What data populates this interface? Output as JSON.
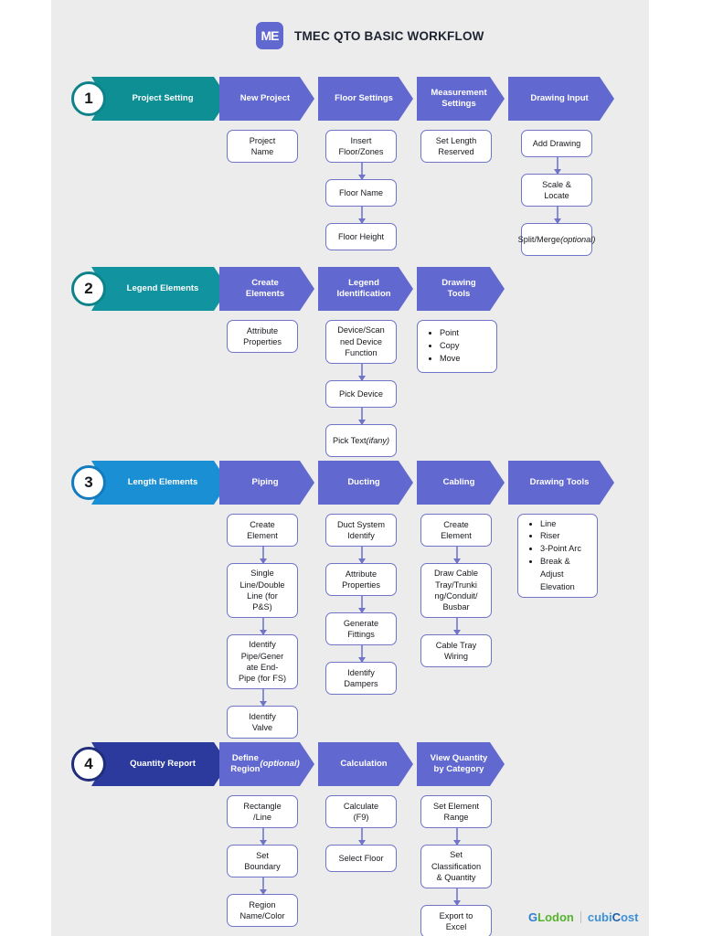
{
  "header": {
    "logo_label": "ME",
    "logo_color": "#6168d0",
    "title": "TMEC QTO BASIC WORKFLOW"
  },
  "footer": {
    "glodon": {
      "first": "G",
      "rest": "Lodon",
      "first_color": "#2f7fd0",
      "rest_color": "#56b32e"
    },
    "cubicost": {
      "part1": "cubi",
      "part2": "C",
      "part3": "ost",
      "color": "#3d8fd6",
      "accent": "#1f5fa8"
    }
  },
  "chevron_color": "#6168d0",
  "sections": [
    {
      "number": "1",
      "circle_color": "#0d8389",
      "lead_label": "Project Setting",
      "lead_color": "#0d8f94",
      "columns": [
        {
          "header": "New Project",
          "nodes": [
            "Project\nName"
          ],
          "bullets": null
        },
        {
          "header": "Floor Settings",
          "nodes": [
            "Insert\nFloor/Zones",
            "Floor Name",
            "Floor Height"
          ],
          "bullets": null
        },
        {
          "header": "Measurement\nSettings",
          "nodes": [
            "Set Length\nReserved"
          ],
          "bullets": null
        },
        {
          "header": "Drawing Input",
          "nodes": [
            "Add Drawing",
            "Scale &\nLocate",
            "Split/Merge\n(optional)"
          ],
          "bullets": null
        }
      ]
    },
    {
      "number": "2",
      "circle_color": "#0d8389",
      "lead_label": "Legend Elements",
      "lead_color": "#1294a0",
      "columns": [
        {
          "header": "Create\nElements",
          "nodes": [
            "Attribute\nProperties"
          ],
          "bullets": null
        },
        {
          "header": "Legend\nIdentification",
          "nodes": [
            "Device/Scan\nned Device\nFunction",
            "Pick Device",
            "Pick Text (if\nany)"
          ],
          "bullets": null
        },
        {
          "header": "Drawing Tools",
          "nodes": [],
          "bullets": [
            "Point",
            "Copy",
            "Move"
          ]
        }
      ]
    },
    {
      "number": "3",
      "circle_color": "#127bc0",
      "lead_label": "Length Elements",
      "lead_color": "#1b8fd4",
      "columns": [
        {
          "header": "Piping",
          "nodes": [
            "Create\nElement",
            "Single\nLine/Double\nLine (for\nP&S)",
            "Identify\nPipe/Gener\nate End-\nPipe (for FS)",
            "Identify\nValve"
          ],
          "bullets": null
        },
        {
          "header": "Ducting",
          "nodes": [
            "Duct System\nIdentify",
            "Attribute\nProperties",
            "Generate\nFittings",
            "Identify\nDampers"
          ],
          "bullets": null
        },
        {
          "header": "Cabling",
          "nodes": [
            "Create\nElement",
            "Draw Cable\nTray/Trunki\nng/Conduit/\nBusbar",
            "Cable Tray\nWiring"
          ],
          "bullets": null
        },
        {
          "header": "Drawing Tools",
          "nodes": [],
          "bullets": [
            "Line",
            "Riser",
            "3-Point Arc",
            "Break & Adjust Elevation"
          ]
        }
      ]
    },
    {
      "number": "4",
      "circle_color": "#1f2d7a",
      "lead_label": "Quantity Report",
      "lead_color": "#2b3a9c",
      "columns": [
        {
          "header": "Define Region\n(optional)",
          "nodes": [
            "Rectangle\n/Line",
            "Set\nBoundary",
            "Region\nName/Color"
          ],
          "bullets": null
        },
        {
          "header": "Calculation",
          "nodes": [
            "Calculate\n(F9)",
            "Select Floor"
          ],
          "bullets": null
        },
        {
          "header": "View Quantity\nby Category",
          "nodes": [
            "Set Element\nRange",
            "Set\nClassification\n& Quantity",
            "Export to\nExcel"
          ],
          "bullets": null
        }
      ]
    }
  ]
}
